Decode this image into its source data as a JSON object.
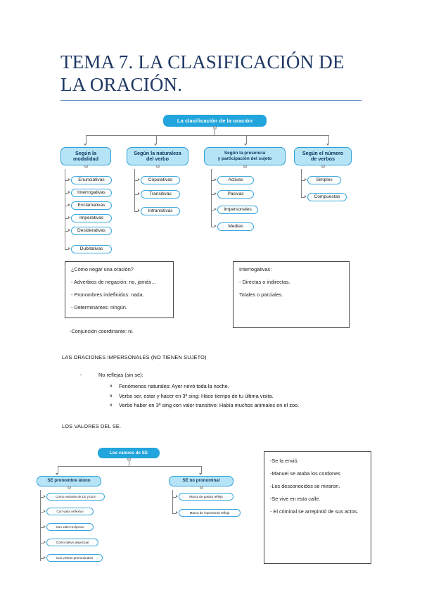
{
  "document": {
    "title": "TEMA 7. LA CLASIFICACIÓN DE LA ORACIÓN.",
    "accent_color": "#21a5dc",
    "title_color": "#1f3864",
    "node_fill_level2": "#b6e4f7",
    "node_border": "#3aa7dd"
  },
  "diagram1": {
    "root": "La clasificación de la oración",
    "branches": [
      {
        "title": "Según la\nmodalidad",
        "children": [
          "Enunciativas",
          "Interrogativas",
          "Exclamativas",
          "Imperativas",
          "Desiderativas",
          "Dubitativas"
        ]
      },
      {
        "title": "Según la naturaleza\ndel verbo",
        "children": [
          "Copulativas",
          "Transitivas",
          "Intransitivas"
        ]
      },
      {
        "title": "Según la presencia\ny participación del sujeto",
        "children": [
          "Activas",
          "Pasivas",
          "Impersonales",
          "Medias"
        ]
      },
      {
        "title": "Según el número\nde verbos",
        "children": [
          "Simples",
          "Compuestas"
        ]
      }
    ]
  },
  "box_negacion": {
    "lines": [
      "¿Cómo negar una oración?",
      "- Adverbios de negación: no, jamás…",
      "- Pronombres indefinidos: nada.",
      "- Determinantes: ningún."
    ],
    "outside_line": "-Conjunción coordinante: ni."
  },
  "box_interrogativas": {
    "lines": [
      "Interrogativas:",
      "- Directas o indirectas.",
      " Totales o parciales."
    ]
  },
  "impersonales": {
    "heading": "LAS ORACIONES IMPERSONALES (NO TIENEN SUJETO)",
    "bullet_dash": "-",
    "bullet_label": "No reflejas (sin se):",
    "sub_marker": "o",
    "sub_items": [
      "Fenómenos naturales: Ayer nevó toda la noche.",
      "Verbo ser, estar y hacer en 3ª sing: Hace tiempo de tu última visita.",
      "Verbo haber en 3ª sing con valor transitivo: Había muchos animales en el zoo."
    ]
  },
  "valores_se": {
    "heading": "LOS VALORES DEL SE."
  },
  "diagram2": {
    "root": "Los valores de SE",
    "branches": [
      {
        "title": "SE pronombre átono",
        "children": [
          "Como variante de LE y LES",
          "Con valor reflexivo",
          "Con valor recíproco",
          "Como dativo aspectual",
          "Con verbos pronominales"
        ]
      },
      {
        "title": "SE no pronominal",
        "children": [
          "Marca de pasiva refleja",
          "Marca de impersonal refleja"
        ]
      }
    ]
  },
  "box_ejemplos_se": {
    "lines": [
      "-Se la envió.",
      "-Manuel se ataba los cordones",
      "-Los desconocidos se miraron.",
      "-Se vive en esta calle.",
      "- El criminal se arrepintió de sus actos."
    ]
  }
}
